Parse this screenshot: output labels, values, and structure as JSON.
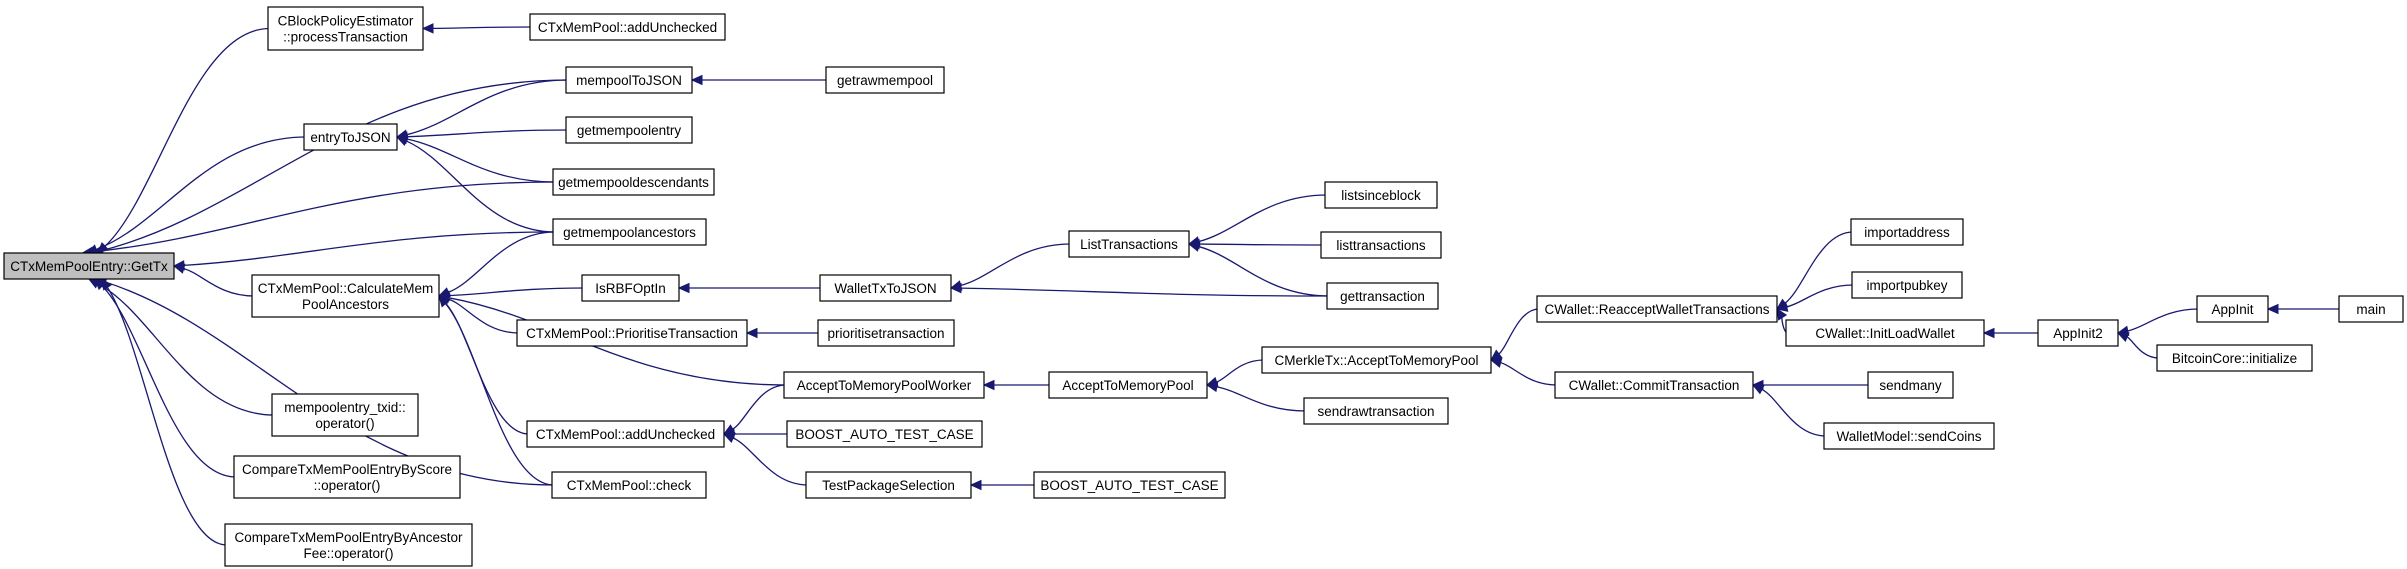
{
  "graph": {
    "edge_color": "#191970",
    "root_fill": "#bfbfbf",
    "nodes": [
      {
        "id": "getTx",
        "lines": [
          "CTxMemPoolEntry::GetTx"
        ],
        "root": true
      },
      {
        "id": "processTx",
        "lines": [
          "CBlockPolicyEstimator",
          "::processTransaction"
        ]
      },
      {
        "id": "addUnchecked1",
        "lines": [
          "CTxMemPool::addUnchecked"
        ]
      },
      {
        "id": "mempoolToJSON",
        "lines": [
          "mempoolToJSON"
        ]
      },
      {
        "id": "getrawmempool",
        "lines": [
          "getrawmempool"
        ]
      },
      {
        "id": "entryToJSON",
        "lines": [
          "entryToJSON"
        ]
      },
      {
        "id": "getmempoolentry",
        "lines": [
          "getmempoolentry"
        ]
      },
      {
        "id": "getmempooldescendants",
        "lines": [
          "getmempooldescendants"
        ]
      },
      {
        "id": "getmempoolancestors",
        "lines": [
          "getmempoolancestors"
        ]
      },
      {
        "id": "calcAncestors",
        "lines": [
          "CTxMemPool::CalculateMem",
          "PoolAncestors"
        ]
      },
      {
        "id": "isRBFOptIn",
        "lines": [
          "IsRBFOptIn"
        ]
      },
      {
        "id": "walletTxToJSON",
        "lines": [
          "WalletTxToJSON"
        ]
      },
      {
        "id": "listTransactions",
        "lines": [
          "ListTransactions"
        ]
      },
      {
        "id": "listsinceblock",
        "lines": [
          "listsinceblock"
        ]
      },
      {
        "id": "listtransactions",
        "lines": [
          "listtransactions"
        ]
      },
      {
        "id": "gettransaction",
        "lines": [
          "gettransaction"
        ]
      },
      {
        "id": "prioritiseTx",
        "lines": [
          "CTxMemPool::PrioritiseTransaction"
        ]
      },
      {
        "id": "prioritisetransaction",
        "lines": [
          "prioritisetransaction"
        ]
      },
      {
        "id": "atmpWorker",
        "lines": [
          "AcceptToMemoryPoolWorker"
        ]
      },
      {
        "id": "atmp",
        "lines": [
          "AcceptToMemoryPool"
        ]
      },
      {
        "id": "merkleAtmp",
        "lines": [
          "CMerkleTx::AcceptToMemoryPool"
        ]
      },
      {
        "id": "sendrawtransaction",
        "lines": [
          "sendrawtransaction"
        ]
      },
      {
        "id": "addUnchecked2",
        "lines": [
          "CTxMemPool::addUnchecked"
        ]
      },
      {
        "id": "boostTest1",
        "lines": [
          "BOOST_AUTO_TEST_CASE"
        ]
      },
      {
        "id": "testPkg",
        "lines": [
          "TestPackageSelection"
        ]
      },
      {
        "id": "boostTest2",
        "lines": [
          "BOOST_AUTO_TEST_CASE"
        ]
      },
      {
        "id": "check",
        "lines": [
          "CTxMemPool::check"
        ]
      },
      {
        "id": "mempoolentryTxid",
        "lines": [
          "mempoolentry_txid::",
          "operator()"
        ]
      },
      {
        "id": "compareScore",
        "lines": [
          "CompareTxMemPoolEntryByScore",
          "::operator()"
        ]
      },
      {
        "id": "compareAncestorFee",
        "lines": [
          "CompareTxMemPoolEntryByAncestor",
          "Fee::operator()"
        ]
      },
      {
        "id": "reacceptWalletTx",
        "lines": [
          "CWallet::ReacceptWalletTransactions"
        ]
      },
      {
        "id": "commitTx",
        "lines": [
          "CWallet::CommitTransaction"
        ]
      },
      {
        "id": "importaddress",
        "lines": [
          "importaddress"
        ]
      },
      {
        "id": "importpubkey",
        "lines": [
          "importpubkey"
        ]
      },
      {
        "id": "initLoadWallet",
        "lines": [
          "CWallet::InitLoadWallet"
        ]
      },
      {
        "id": "sendmany",
        "lines": [
          "sendmany"
        ]
      },
      {
        "id": "sendCoins",
        "lines": [
          "WalletModel::sendCoins"
        ]
      },
      {
        "id": "appInit2",
        "lines": [
          "AppInit2"
        ]
      },
      {
        "id": "appInit",
        "lines": [
          "AppInit"
        ]
      },
      {
        "id": "main",
        "lines": [
          "main"
        ]
      },
      {
        "id": "bitcoinCoreInit",
        "lines": [
          "BitcoinCore::initialize"
        ]
      }
    ],
    "edges": [
      [
        "processTx",
        "getTx"
      ],
      [
        "addUnchecked1",
        "processTx"
      ],
      [
        "mempoolToJSON",
        "getTx"
      ],
      [
        "getrawmempool",
        "mempoolToJSON"
      ],
      [
        "entryToJSON",
        "getTx"
      ],
      [
        "mempoolToJSON",
        "entryToJSON"
      ],
      [
        "getmempoolentry",
        "entryToJSON"
      ],
      [
        "getmempooldescendants",
        "entryToJSON"
      ],
      [
        "getmempoolancestors",
        "entryToJSON"
      ],
      [
        "getmempooldescendants",
        "getTx"
      ],
      [
        "getmempoolancestors",
        "getTx"
      ],
      [
        "calcAncestors",
        "getTx"
      ],
      [
        "getmempoolancestors",
        "calcAncestors"
      ],
      [
        "isRBFOptIn",
        "calcAncestors"
      ],
      [
        "walletTxToJSON",
        "isRBFOptIn"
      ],
      [
        "listTransactions",
        "walletTxToJSON"
      ],
      [
        "gettransaction",
        "walletTxToJSON"
      ],
      [
        "listsinceblock",
        "listTransactions"
      ],
      [
        "listtransactions",
        "listTransactions"
      ],
      [
        "gettransaction",
        "listTransactions"
      ],
      [
        "prioritiseTx",
        "calcAncestors"
      ],
      [
        "prioritisetransaction",
        "prioritiseTx"
      ],
      [
        "atmpWorker",
        "calcAncestors"
      ],
      [
        "addUnchecked2",
        "calcAncestors"
      ],
      [
        "check",
        "calcAncestors"
      ],
      [
        "atmpWorker",
        "addUnchecked2"
      ],
      [
        "boostTest1",
        "addUnchecked2"
      ],
      [
        "testPkg",
        "addUnchecked2"
      ],
      [
        "boostTest2",
        "testPkg"
      ],
      [
        "atmp",
        "atmpWorker"
      ],
      [
        "merkleAtmp",
        "atmp"
      ],
      [
        "sendrawtransaction",
        "atmp"
      ],
      [
        "reacceptWalletTx",
        "merkleAtmp"
      ],
      [
        "commitTx",
        "merkleAtmp"
      ],
      [
        "importaddress",
        "reacceptWalletTx"
      ],
      [
        "importpubkey",
        "reacceptWalletTx"
      ],
      [
        "initLoadWallet",
        "reacceptWalletTx"
      ],
      [
        "sendmany",
        "commitTx"
      ],
      [
        "sendCoins",
        "commitTx"
      ],
      [
        "appInit2",
        "initLoadWallet"
      ],
      [
        "appInit",
        "appInit2"
      ],
      [
        "bitcoinCoreInit",
        "appInit2"
      ],
      [
        "main",
        "appInit"
      ],
      [
        "check",
        "getTx"
      ],
      [
        "mempoolentryTxid",
        "getTx"
      ],
      [
        "compareScore",
        "getTx"
      ],
      [
        "compareAncestorFee",
        "getTx"
      ]
    ]
  }
}
